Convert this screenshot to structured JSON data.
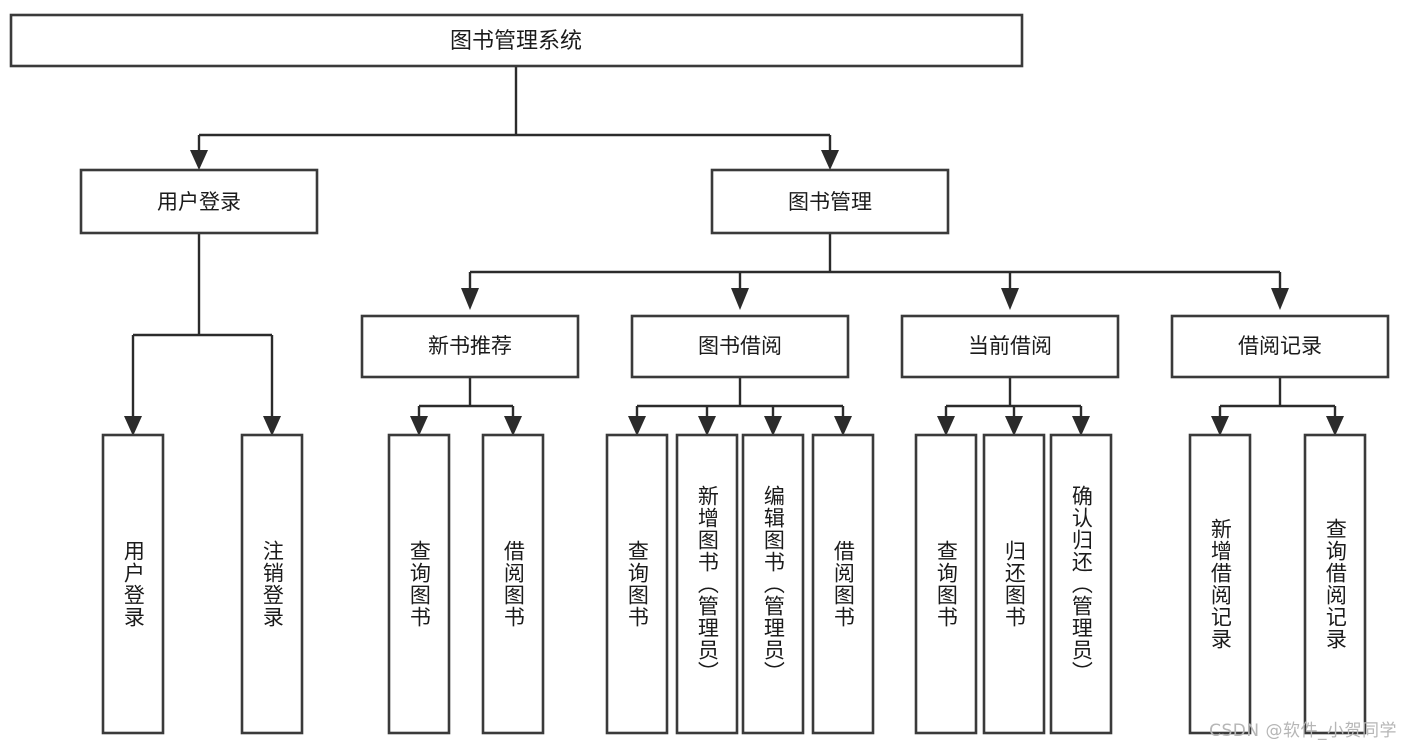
{
  "diagram": {
    "type": "tree",
    "title": "图书管理系统",
    "watermark": "CSDN @软件_小贺同学",
    "colors": {
      "box_stroke": "#3a3a3a",
      "connector": "#2b2b2b",
      "text": "#1b1b1b",
      "background": "#ffffff",
      "watermark": "#b6b6b6"
    },
    "levels": {
      "root": "图书管理系统",
      "level2": [
        "用户登录",
        "图书管理"
      ],
      "level3": [
        "新书推荐",
        "图书借阅",
        "当前借阅",
        "借阅记录"
      ]
    },
    "nodes": {
      "root": {
        "label": "图书管理系统"
      },
      "user_login": {
        "label": "用户登录"
      },
      "book_manage": {
        "label": "图书管理"
      },
      "new_book_rec": {
        "label": "新书推荐"
      },
      "book_borrow": {
        "label": "图书借阅"
      },
      "current_borrow": {
        "label": "当前借阅"
      },
      "borrow_record": {
        "label": "借阅记录"
      }
    },
    "leaves": {
      "user_login": [
        {
          "label": "用户登录"
        },
        {
          "label": "注销登录"
        }
      ],
      "new_book_rec": [
        {
          "label": "查询图书"
        },
        {
          "label": "借阅图书"
        }
      ],
      "book_borrow": [
        {
          "label": "查询图书"
        },
        {
          "label": "新增图书（管理员）"
        },
        {
          "label": "编辑图书（管理员）"
        },
        {
          "label": "借阅图书"
        }
      ],
      "current_borrow": [
        {
          "label": "查询图书"
        },
        {
          "label": "归还图书"
        },
        {
          "label": "确认归还（管理员）"
        }
      ],
      "borrow_record": [
        {
          "label": "新增借阅记录"
        },
        {
          "label": "查询借阅记录"
        }
      ]
    }
  }
}
